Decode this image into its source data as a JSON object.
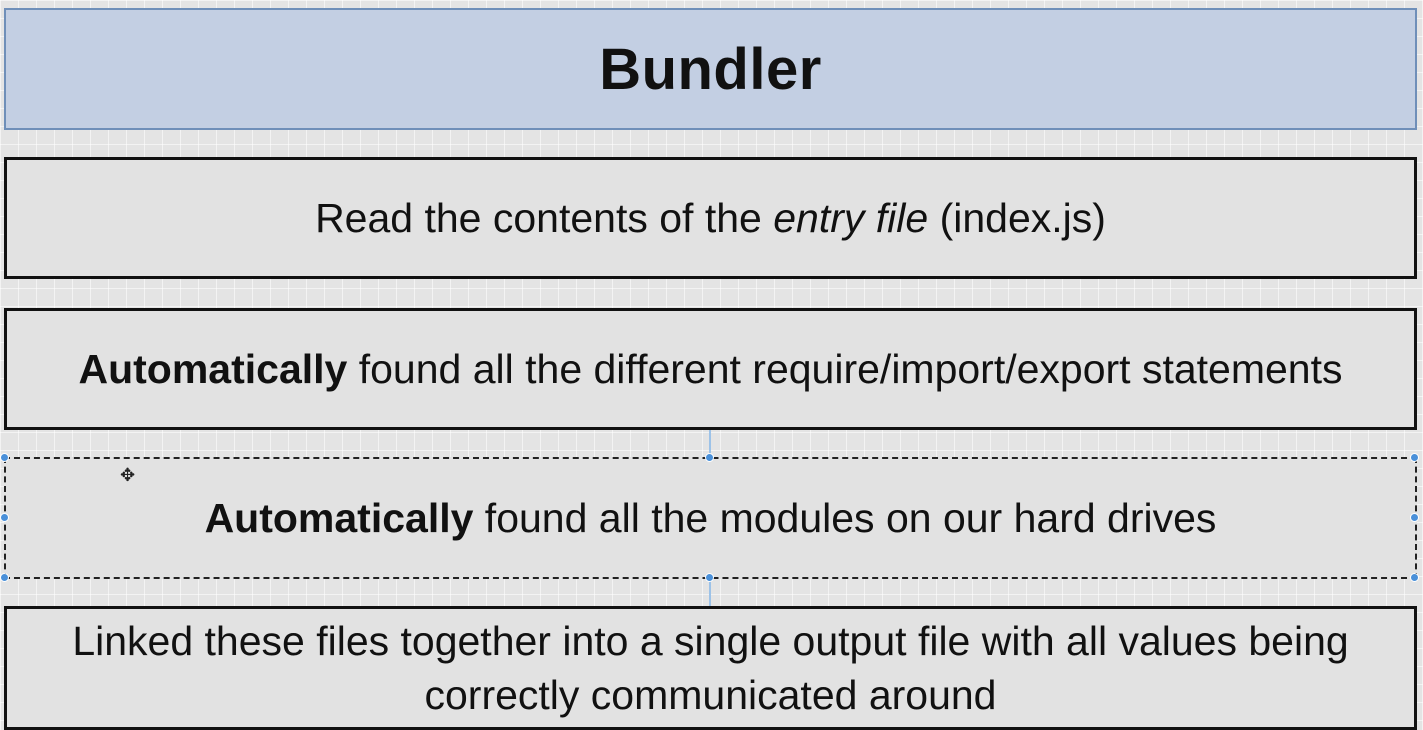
{
  "title": "Bundler",
  "steps": [
    {
      "text": "Read the contents of the entry file (index.js)",
      "prefix": "Read the contents of the ",
      "italic": "entry file",
      "suffix": " (index.js)"
    },
    {
      "text": "Automatically found all the different require/import/export statements",
      "bold": "Automatically",
      "rest": " found all the different require/import/export statements"
    },
    {
      "text": "Automatically found all the modules on our hard drives",
      "bold": "Automatically",
      "rest": " found all the modules on our hard drives"
    },
    {
      "text": "Linked these files together into a single output file with all values being correctly communicated around",
      "line1": "Linked these files together into a single output file with all values being",
      "line2": "correctly communicated around"
    }
  ],
  "colors": {
    "title_fill": "#c3cfe3",
    "title_border": "#6f8fb9",
    "box_fill": "#e2e2e2",
    "selection_handle": "#4a90d9"
  },
  "icons": {
    "move_cursor": "move-cursor-icon",
    "selection_handles": "selection-handle-icon"
  }
}
